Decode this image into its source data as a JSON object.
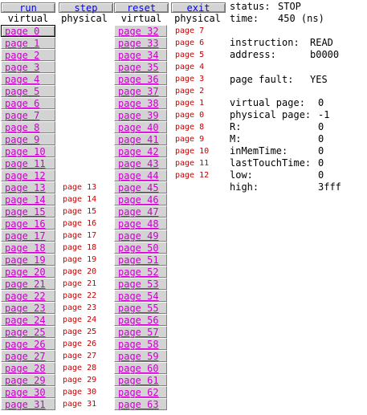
{
  "controls": {
    "run": "run",
    "step": "step",
    "reset": "reset",
    "exit": "exit"
  },
  "headers": {
    "virtual": "virtual",
    "physical": "physical"
  },
  "virtual_col1": [
    "page 0",
    "page 1",
    "page 2",
    "page 3",
    "page 4",
    "page 5",
    "page 6",
    "page 7",
    "page 8",
    "page 9",
    "page 10",
    "page 11",
    "page 12",
    "page 13",
    "page 14",
    "page 15",
    "page 16",
    "page 17",
    "page 18",
    "page 19",
    "page 20",
    "page 21",
    "page 22",
    "page 23",
    "page 24",
    "page 25",
    "page 26",
    "page 27",
    "page 28",
    "page 29",
    "page 30",
    "page 31"
  ],
  "physical_col1": [
    "",
    "",
    "",
    "",
    "",
    "",
    "",
    "",
    "",
    "",
    "",
    "",
    "",
    "page 13",
    "page 14",
    "page 15",
    "page 16",
    "page 17",
    "page 18",
    "page 19",
    "page 20",
    "page 21",
    "page 22",
    "page 23",
    "page 24",
    "page 25",
    "page 26",
    "page 27",
    "page 28",
    "page 29",
    "page 30",
    "page 31"
  ],
  "virtual_col2": [
    "page 32",
    "page 33",
    "page 34",
    "page 35",
    "page 36",
    "page 37",
    "page 38",
    "page 39",
    "page 40",
    "page 41",
    "page 42",
    "page 43",
    "page 44",
    "page 45",
    "page 46",
    "page 47",
    "page 48",
    "page 49",
    "page 50",
    "page 51",
    "page 52",
    "page 53",
    "page 54",
    "page 55",
    "page 56",
    "page 57",
    "page 58",
    "page 59",
    "page 60",
    "page 61",
    "page 62",
    "page 63"
  ],
  "physical_col2": [
    "page 7",
    "page 6",
    "page 5",
    "page 4",
    "page 3",
    "page 2",
    "page 1",
    "page 0",
    "page 8",
    "page 9",
    "page 10",
    "page 11",
    "page 12",
    "",
    "",
    "",
    "",
    "",
    "",
    "",
    "",
    "",
    "",
    "",
    "",
    "",
    "",
    "",
    "",
    "",
    "",
    ""
  ],
  "status": {
    "status_label": "status:",
    "status_value": "STOP",
    "time_label": "time:",
    "time_value": "450 (ns)",
    "instruction_label": "instruction:",
    "instruction_value": "READ",
    "address_label": "address:",
    "address_value": "b0000",
    "page_fault_label": "page fault:",
    "page_fault_value": "YES",
    "virtual_page_label": "virtual page:",
    "virtual_page_value": "0",
    "physical_page_label": "physical page:",
    "physical_page_value": "-1",
    "r_label": "R:",
    "r_value": "0",
    "m_label": "M:",
    "m_value": "0",
    "inmemtime_label": "inMemTime:",
    "inmemtime_value": "0",
    "lasttouchtime_label": "lastTouchTime:",
    "lasttouchtime_value": "0",
    "low_label": "low:",
    "low_value": "0",
    "high_label": "high:",
    "high_value": "3fff"
  },
  "colors": {
    "virtual_text": "#cc00cc",
    "physical_text": "#c80000",
    "button_text": "#0000ff",
    "button_bg": "#d3d3d3"
  }
}
